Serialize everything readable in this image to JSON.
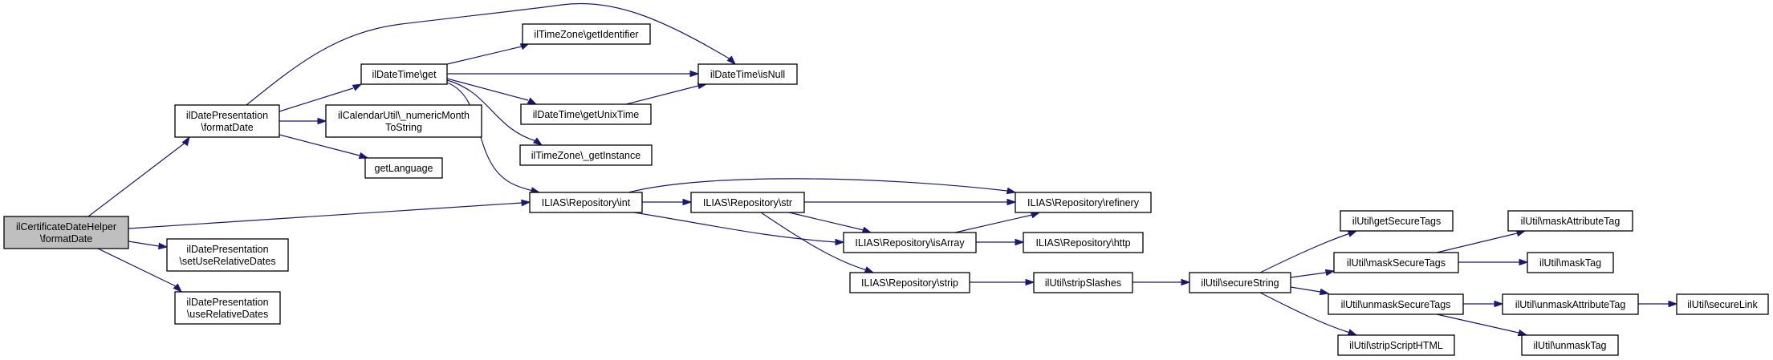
{
  "diagram": {
    "type": "call-graph",
    "root": "n0",
    "colors": {
      "edge": "#191970",
      "root_fill": "#bfbfbf",
      "node_fill": "#ffffff",
      "node_border": "#000000"
    },
    "nodes": [
      {
        "id": "n0",
        "lines": [
          "ilCertificateDateHelper",
          "\\formatDate"
        ],
        "root": true
      },
      {
        "id": "n1",
        "lines": [
          "ilDatePresentation",
          "\\formatDate"
        ]
      },
      {
        "id": "n2",
        "lines": [
          "ilDatePresentation",
          "\\setUseRelativeDates"
        ]
      },
      {
        "id": "n3",
        "lines": [
          "ilDatePresentation",
          "\\useRelativeDates"
        ]
      },
      {
        "id": "n4",
        "lines": [
          "ilDateTime\\get"
        ]
      },
      {
        "id": "n5",
        "lines": [
          "ilCalendarUtil\\_numericMonth",
          "ToString"
        ]
      },
      {
        "id": "n6",
        "lines": [
          "getLanguage"
        ]
      },
      {
        "id": "n7",
        "lines": [
          "ilTimeZone\\getIdentifier"
        ]
      },
      {
        "id": "n8",
        "lines": [
          "ilDateTime\\isNull"
        ]
      },
      {
        "id": "n9",
        "lines": [
          "ilDateTime\\getUnixTime"
        ]
      },
      {
        "id": "n10",
        "lines": [
          "ilTimeZone\\_getInstance"
        ]
      },
      {
        "id": "n11",
        "lines": [
          "ILIAS\\Repository\\int"
        ]
      },
      {
        "id": "n12",
        "lines": [
          "ILIAS\\Repository\\str"
        ]
      },
      {
        "id": "n13",
        "lines": [
          "ILIAS\\Repository\\refinery"
        ]
      },
      {
        "id": "n14",
        "lines": [
          "ILIAS\\Repository\\isArray"
        ]
      },
      {
        "id": "n15",
        "lines": [
          "ILIAS\\Repository\\http"
        ]
      },
      {
        "id": "n16",
        "lines": [
          "ILIAS\\Repository\\strip"
        ]
      },
      {
        "id": "n17",
        "lines": [
          "ilUtil\\stripSlashes"
        ]
      },
      {
        "id": "n18",
        "lines": [
          "ilUtil\\secureString"
        ]
      },
      {
        "id": "n19",
        "lines": [
          "ilUtil\\getSecureTags"
        ]
      },
      {
        "id": "n20",
        "lines": [
          "ilUtil\\maskSecureTags"
        ]
      },
      {
        "id": "n21",
        "lines": [
          "ilUtil\\unmaskSecureTags"
        ]
      },
      {
        "id": "n22",
        "lines": [
          "ilUtil\\stripScriptHTML"
        ]
      },
      {
        "id": "n23",
        "lines": [
          "ilUtil\\maskAttributeTag"
        ]
      },
      {
        "id": "n24",
        "lines": [
          "ilUtil\\maskTag"
        ]
      },
      {
        "id": "n25",
        "lines": [
          "ilUtil\\unmaskAttributeTag"
        ]
      },
      {
        "id": "n26",
        "lines": [
          "ilUtil\\unmaskTag"
        ]
      },
      {
        "id": "n27",
        "lines": [
          "ilUtil\\secureLink"
        ]
      }
    ],
    "edges": [
      {
        "from": "n0",
        "to": "n1"
      },
      {
        "from": "n0",
        "to": "n11"
      },
      {
        "from": "n0",
        "to": "n2"
      },
      {
        "from": "n0",
        "to": "n3"
      },
      {
        "from": "n1",
        "to": "n4"
      },
      {
        "from": "n1",
        "to": "n5"
      },
      {
        "from": "n1",
        "to": "n6"
      },
      {
        "from": "n1",
        "to": "n8"
      },
      {
        "from": "n4",
        "to": "n7"
      },
      {
        "from": "n4",
        "to": "n8"
      },
      {
        "from": "n4",
        "to": "n9"
      },
      {
        "from": "n4",
        "to": "n10"
      },
      {
        "from": "n4",
        "to": "n11"
      },
      {
        "from": "n9",
        "to": "n8"
      },
      {
        "from": "n11",
        "to": "n12"
      },
      {
        "from": "n11",
        "to": "n13"
      },
      {
        "from": "n11",
        "to": "n14"
      },
      {
        "from": "n12",
        "to": "n13"
      },
      {
        "from": "n12",
        "to": "n14"
      },
      {
        "from": "n12",
        "to": "n16"
      },
      {
        "from": "n14",
        "to": "n13"
      },
      {
        "from": "n14",
        "to": "n15"
      },
      {
        "from": "n16",
        "to": "n17"
      },
      {
        "from": "n17",
        "to": "n18"
      },
      {
        "from": "n18",
        "to": "n19"
      },
      {
        "from": "n18",
        "to": "n20"
      },
      {
        "from": "n18",
        "to": "n21"
      },
      {
        "from": "n18",
        "to": "n22"
      },
      {
        "from": "n20",
        "to": "n23"
      },
      {
        "from": "n20",
        "to": "n24"
      },
      {
        "from": "n21",
        "to": "n25"
      },
      {
        "from": "n21",
        "to": "n26"
      },
      {
        "from": "n25",
        "to": "n27"
      }
    ]
  }
}
